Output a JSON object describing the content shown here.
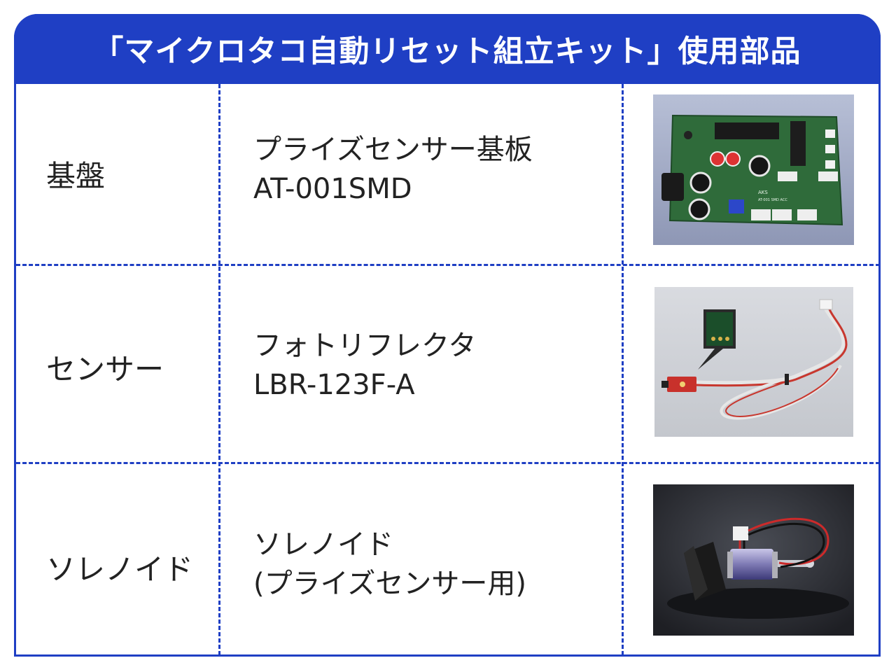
{
  "header": {
    "title": "「マイクロタコ自動リセット組立キット」使用部品"
  },
  "rows": [
    {
      "category": "基盤",
      "name_line1": "プライズセンサー基板",
      "name_line2": "AT-001SMD",
      "image_icon": "pcb-board-photo",
      "board_label_brand": "AKS",
      "board_label_model": "AT-001 SMD ACC"
    },
    {
      "category": "センサー",
      "name_line1": "フォトリフレクタ",
      "name_line2": "LBR-123F-A",
      "image_icon": "photo-reflector-sensor-photo"
    },
    {
      "category": "ソレノイド",
      "name_line1": "ソレノイド",
      "name_line2": "(プライズセンサー用)",
      "image_icon": "solenoid-photo"
    }
  ],
  "colors": {
    "accent": "#1f3fc4",
    "text": "#222222",
    "header_text": "#ffffff"
  }
}
